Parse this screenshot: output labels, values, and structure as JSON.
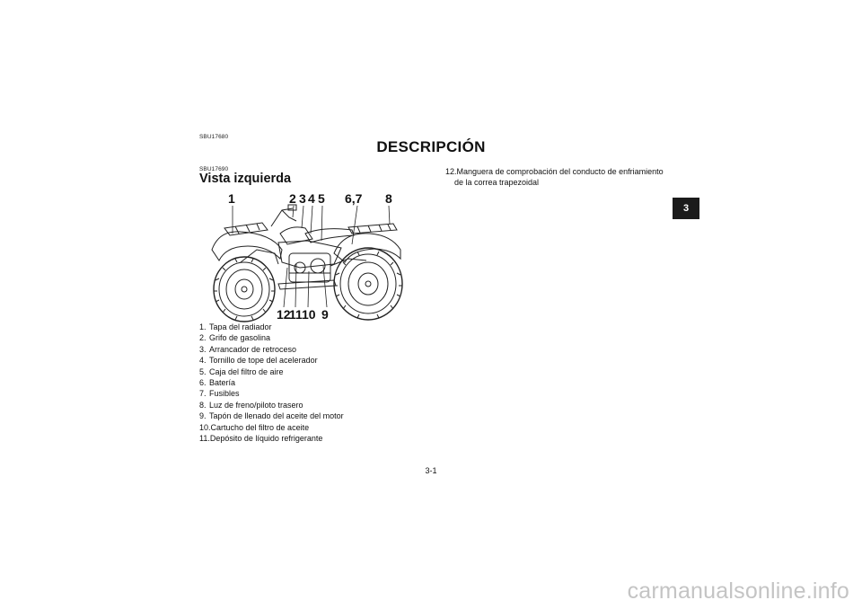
{
  "header": {
    "code": "SBU17680",
    "title": "DESCRIPCIÓN"
  },
  "section": {
    "code": "SBU17690",
    "title": "Vista izquierda"
  },
  "figure": {
    "callouts_top": [
      "1",
      "2",
      "3",
      "4",
      "5",
      "6,7",
      "8"
    ],
    "callouts_bottom": [
      "12",
      "11",
      "10",
      "9"
    ]
  },
  "legend": [
    {
      "num": "1.",
      "text": "Tapa del radiador"
    },
    {
      "num": "2.",
      "text": "Grifo de gasolina"
    },
    {
      "num": "3.",
      "text": "Arrancador de retroceso"
    },
    {
      "num": "4.",
      "text": "Tornillo de tope del acelerador"
    },
    {
      "num": "5.",
      "text": "Caja del filtro de aire"
    },
    {
      "num": "6.",
      "text": "Batería"
    },
    {
      "num": "7.",
      "text": "Fusibles"
    },
    {
      "num": "8.",
      "text": "Luz de freno/piloto trasero"
    },
    {
      "num": "9.",
      "text": "Tapón de llenado del aceite del motor"
    },
    {
      "num": "10.",
      "text": "Cartucho del filtro de aceite"
    },
    {
      "num": "11.",
      "text": "Depósito de líquido refrigerante"
    }
  ],
  "legend_continued": {
    "num": "12.",
    "text_first": "Manguera de comprobación del conducto de enfriamiento",
    "text_rest": "de la correa trapezoidal"
  },
  "chapter_tab": "3",
  "page_number": "3-1",
  "watermark": "carmanualsonline.info"
}
